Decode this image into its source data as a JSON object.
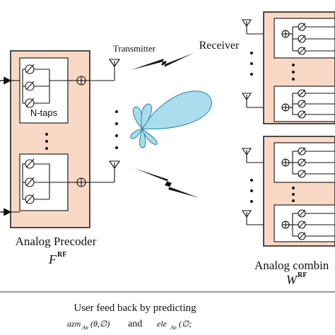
{
  "diagram": {
    "transmitter_label": "Transmitter",
    "receiver_label": "Receiver",
    "ntaps_label": "N-taps",
    "precoder": {
      "title": "Analog Precoder",
      "symbol": "F",
      "superscript": "RF"
    },
    "combiner": {
      "title": "Analog combin",
      "symbol": "W",
      "superscript": "RF"
    },
    "feedback": {
      "line1": "User feed back by predicting",
      "azm_func": "azm",
      "azm_sub": "An",
      "azm_args": "(θ,∅)",
      "and_text": "and",
      "ele_func": "ele",
      "ele_sub": "An",
      "ele_args": "(∅;"
    },
    "colors": {
      "block_fill": "#f9d9c5",
      "beam_fill": "#a9dced",
      "beam_stroke": "#2a7fa6"
    }
  }
}
